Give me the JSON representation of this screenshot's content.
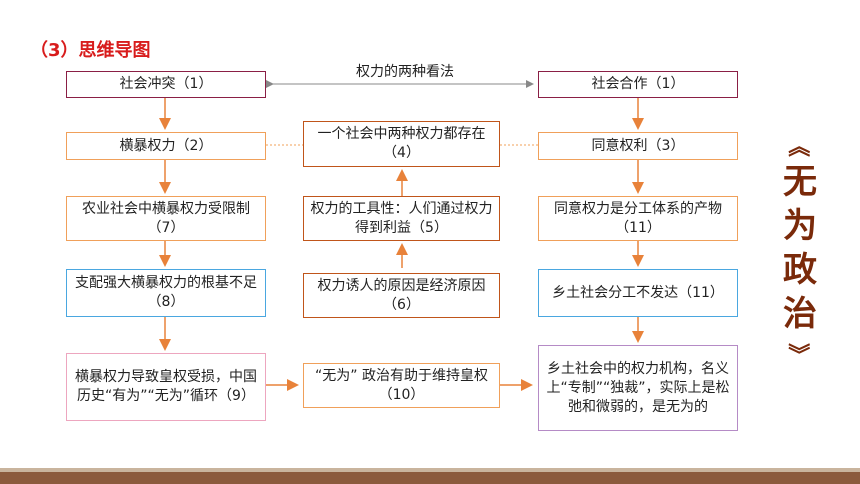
{
  "title": "（3）思维导图",
  "mid_label": "权力的两种看法",
  "boxes": {
    "b1": "社会冲突（1）",
    "b2": "社会合作（1）",
    "b3": "横暴权力（2）",
    "b4": "一个社会中两种权力都存在（4）",
    "b5": "同意权利（3）",
    "b6": "农业社会中横暴权力受限制（7）",
    "b7": "权力的工具性：人们通过权力得到利益（5）",
    "b8": "同意权力是分工体系的产物（11）",
    "b9": "支配强大横暴权力的根基不足（8）",
    "b10": "权力诱人的原因是经济原因（6）",
    "b11": "乡土社会分工不发达（11）",
    "b12": "横暴权力导致皇权受损，中国历史“有为”“无为”循环（9）",
    "b13": "“无为” 政治有助于维持皇权（10）",
    "b14": "乡土社会中的权力机构，名义上“专制”“独裁”，实际上是松弛和微弱的，是无为的"
  },
  "side_title": {
    "open": "《",
    "chars": [
      "无",
      "为",
      "政",
      "治"
    ],
    "close": "》"
  },
  "colors": {
    "title": "#d81c1c",
    "arrow": "#e8823a",
    "bottom_bar": "#8b5a3c",
    "side_title": "#7a2a0a"
  }
}
